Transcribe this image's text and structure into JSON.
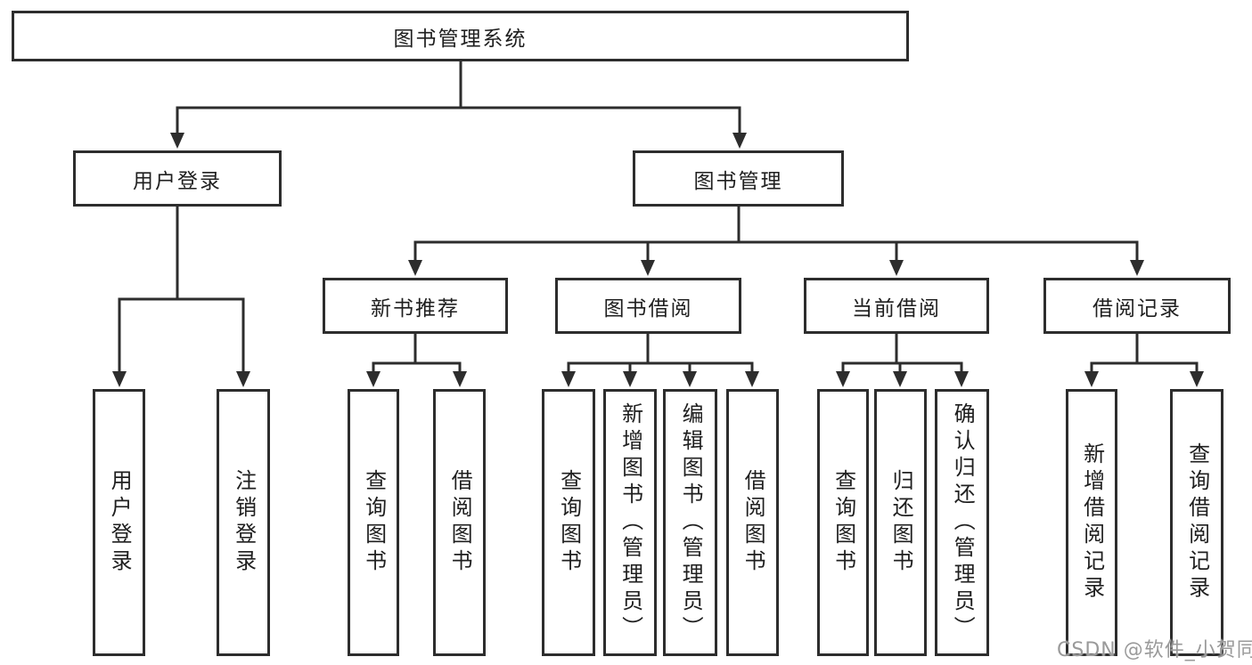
{
  "tree": {
    "label": "图书管理系统",
    "children": [
      {
        "label": "用户登录",
        "children": [
          {
            "label": "用户登录"
          },
          {
            "label": "注销登录"
          }
        ]
      },
      {
        "label": "图书管理",
        "children": [
          {
            "label": "新书推荐",
            "children": [
              {
                "label": "查询图书"
              },
              {
                "label": "借阅图书"
              }
            ]
          },
          {
            "label": "图书借阅",
            "children": [
              {
                "label": "查询图书"
              },
              {
                "label": "新增图书（管理员）"
              },
              {
                "label": "编辑图书（管理员）"
              },
              {
                "label": "借阅图书"
              }
            ]
          },
          {
            "label": "当前借阅",
            "children": [
              {
                "label": "查询图书"
              },
              {
                "label": "归还图书"
              },
              {
                "label": "确认归还（管理员）"
              }
            ]
          },
          {
            "label": "借阅记录",
            "children": [
              {
                "label": "新增借阅记录"
              },
              {
                "label": "查询借阅记录"
              }
            ]
          }
        ]
      }
    ]
  },
  "watermark": {
    "text": "CSDN @软件_小贺同学"
  },
  "colors": {
    "line": "#2d2d2d",
    "box_border": "#2d2d2d",
    "text": "#1f1f1f",
    "watermark": "#9a9a9a",
    "background": "#ffffff"
  }
}
